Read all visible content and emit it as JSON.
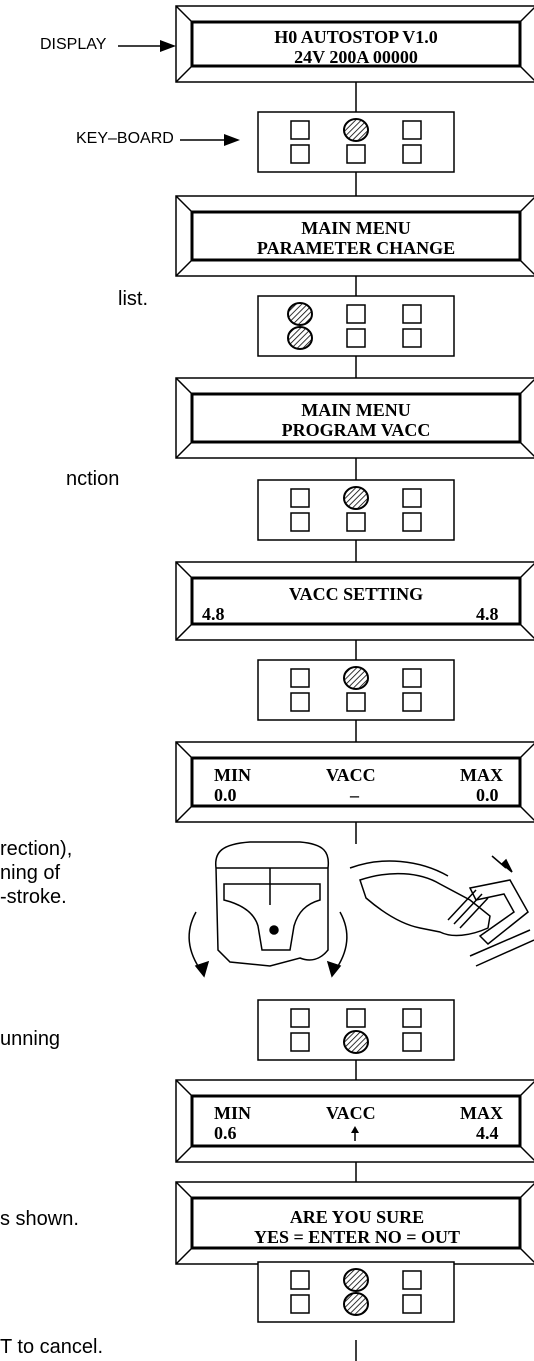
{
  "callouts": {
    "display": "DISPLAY",
    "keyboard": "KEY–BOARD"
  },
  "side_text": {
    "s1": "list.",
    "s2": "nction",
    "s3a": "rection),",
    "s3b": "ning of",
    "s3c": "-stroke.",
    "s4": "unning",
    "s5": "s shown.",
    "s6": "T to cancel."
  },
  "screens": [
    {
      "line1": "H0 AUTOSTOP V1.0",
      "line2": "24V 200A 00000"
    },
    {
      "line1": "MAIN MENU",
      "line2": "PARAMETER CHANGE"
    },
    {
      "line1": "MAIN MENU",
      "line2": "PROGRAM VACC"
    },
    {
      "line1_center": "VACC SETTING",
      "left": "4.8",
      "right": "4.8"
    },
    {
      "col_left": "MIN",
      "col_mid": "VACC",
      "col_right": "MAX",
      "val_left": "0.0",
      "val_mid": "–",
      "val_right": "0.0"
    },
    {
      "col_left": "MIN",
      "col_mid": "VACC",
      "col_right": "MAX",
      "val_left": "0.6",
      "val_right": "4.4"
    },
    {
      "line1": "ARE YOU SURE",
      "line2": "YES = ENTER NO = OUT"
    }
  ],
  "keyboards": [
    {
      "pressed": [
        1
      ]
    },
    {
      "pressed": [
        0,
        3
      ]
    },
    {
      "pressed": [
        1
      ]
    },
    {
      "pressed": [
        1
      ]
    },
    {
      "pressed": [
        4
      ]
    },
    {
      "pressed": [
        1,
        4
      ]
    }
  ]
}
